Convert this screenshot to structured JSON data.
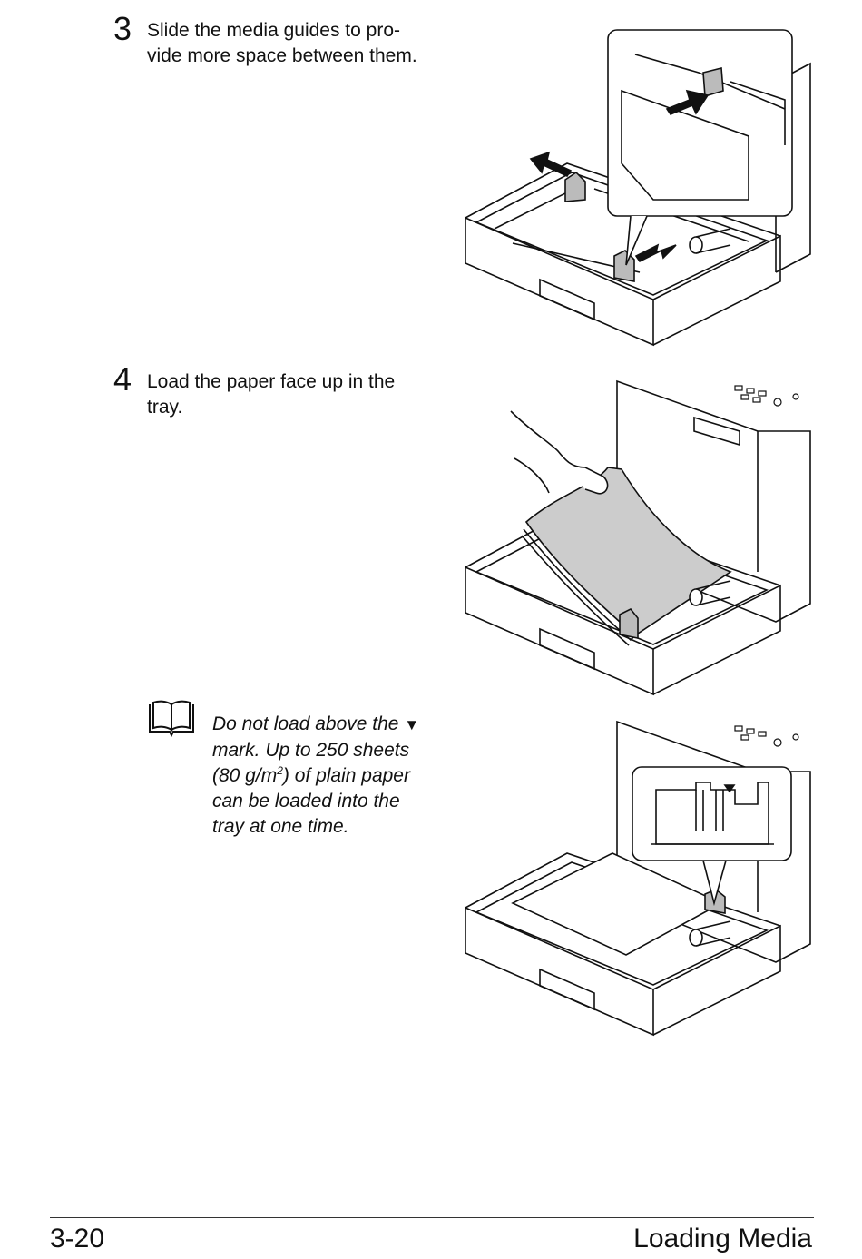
{
  "steps": [
    {
      "number": "3",
      "text_line1": "Slide the media guides to pro-",
      "text_line2": "vide more space between them."
    },
    {
      "number": "4",
      "text_line1": "Load the paper face up in the",
      "text_line2": "tray."
    }
  ],
  "note": {
    "icon": "open-book-icon",
    "line1_a": "Do not load above the",
    "line1_mark": "▼",
    "line2": "mark. Up to 250 sheets",
    "line3_a": "(80 g/m",
    "line3_sup": "2",
    "line3_b": ") of plain paper",
    "line4": "can be loaded into the",
    "line5": "tray at one time."
  },
  "footer": {
    "page_number": "3-20",
    "section_title": "Loading Media"
  },
  "colors": {
    "text": "#111111",
    "paper_fill": "#cccccc",
    "line": "#111111",
    "background": "#ffffff"
  }
}
